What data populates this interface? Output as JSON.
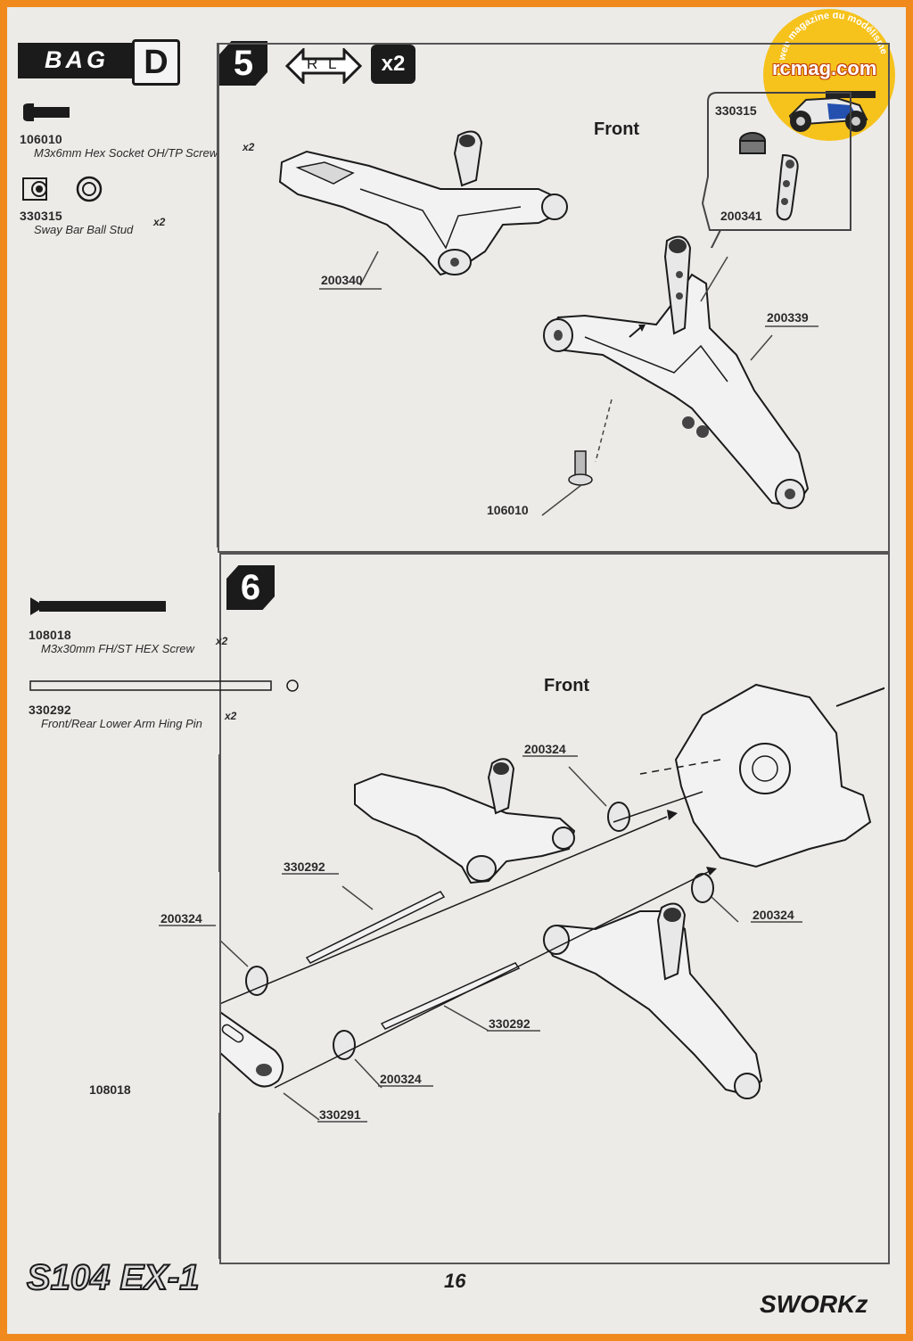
{
  "header": {
    "bag_word": "BAG",
    "bag_letter": "D",
    "step5_number": "5",
    "rl_left": "R",
    "rl_right": "L",
    "quantity_badge": "x2"
  },
  "step5_parts": [
    {
      "part_no": "106010",
      "description": "M3x6mm Hex Socket OH/TP Screw",
      "qty": "x2",
      "icon": "hex-socket-screw-icon"
    },
    {
      "part_no": "330315",
      "description": "Sway Bar Ball Stud",
      "qty": "x2",
      "icon": "ball-stud-icon"
    }
  ],
  "step5_diagram": {
    "front_label": "Front",
    "callouts": [
      "200340",
      "200339",
      "106010",
      "330315",
      "200341"
    ]
  },
  "step6_number": "6",
  "step6_parts": [
    {
      "part_no": "108018",
      "description": "M3x30mm FH/ST HEX Screw",
      "qty": "x2",
      "icon": "flat-head-screw-icon"
    },
    {
      "part_no": "330292",
      "description": "Front/Rear Lower Arm Hing Pin",
      "qty": "x2",
      "icon": "hinge-pin-icon"
    }
  ],
  "step6_diagram": {
    "front_label": "Front",
    "callouts": [
      "200324",
      "330292",
      "200324",
      "200324",
      "330292",
      "200324",
      "108018",
      "330291"
    ]
  },
  "footer": {
    "page_number": "16",
    "model_logo": "S104 EX-1",
    "brand_logo": "SWORKz"
  },
  "watermark": {
    "site": "rcmag.com",
    "tagline": "Le web magazine du modélisme"
  },
  "colors": {
    "frame": "#f08a1c",
    "paper": "#ecebe8",
    "ink": "#1b1b1b"
  }
}
